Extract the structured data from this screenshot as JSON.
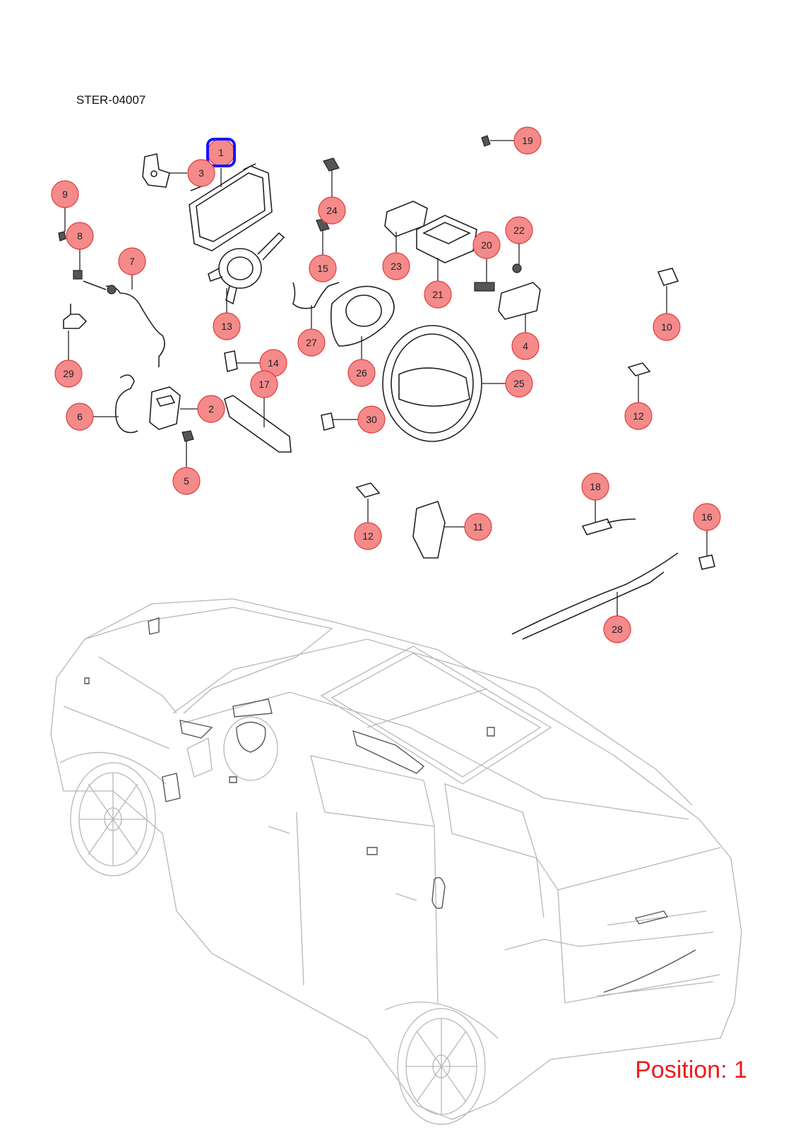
{
  "diagram_code": "STER-04007",
  "position_label": "Position: 1",
  "callouts": [
    "1",
    "2",
    "3",
    "4",
    "5",
    "6",
    "7",
    "8",
    "9",
    "10",
    "11",
    "12",
    "12",
    "13",
    "14",
    "15",
    "16",
    "17",
    "18",
    "19",
    "20",
    "21",
    "22",
    "23",
    "24",
    "25",
    "26",
    "27",
    "28",
    "29",
    "30"
  ],
  "selected_callout": "1",
  "colors": {
    "callout_fill": "#f48a8a",
    "callout_stroke": "#e23c3c",
    "selection": "#1414ff",
    "position_text": "#ee1c1c"
  }
}
